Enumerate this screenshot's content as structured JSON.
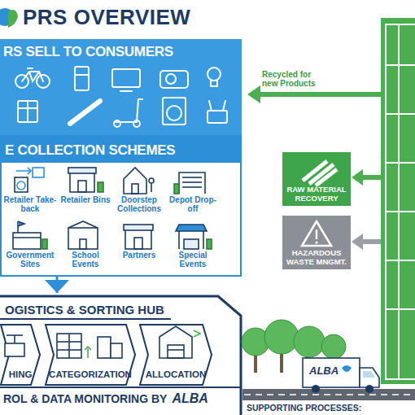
{
  "diagram": {
    "title": "PRS OVERVIEW",
    "nodes": [
      {
        "text": [
          "RS SELL TO CONSUMERS"
        ]
      },
      {
        "text": [
          "E COLLECTION SCHEMES"
        ]
      },
      {
        "text": [
          "Retailer Take-back"
        ],
        "in": 1
      },
      {
        "text": [
          "Retailer Bins"
        ],
        "in": 1
      },
      {
        "text": [
          "Doorstep Collections"
        ],
        "in": 1
      },
      {
        "text": [
          "Depot Drop-off"
        ],
        "in": 1
      },
      {
        "text": [
          "Government Sites"
        ],
        "in": 1
      },
      {
        "text": [
          "School Events"
        ],
        "in": 1
      },
      {
        "text": [
          "Partners"
        ],
        "in": 1
      },
      {
        "text": [
          "Special Events"
        ],
        "in": 1
      },
      {
        "text": [
          "RAW MATERIAL RECOVERY"
        ]
      },
      {
        "text": [
          "HAZARDOUS WASTE MNGMT."
        ]
      },
      {
        "text": [
          "OGISTICS & SORTING HUB",
          "ROL & DATA MONITORING BY"
        ]
      },
      {
        "text": [
          "HING"
        ],
        "in": 12
      },
      {
        "text": [
          "CATEGORIZATION"
        ],
        "in": 12
      },
      {
        "text": [
          "ALLOCATION"
        ],
        "in": 12
      }
    ],
    "edges": [
      {
        "from": 1,
        "to": 12,
        "arrow": "to"
      }
    ],
    "labels": [
      "Recycled for new Products",
      "ALBA",
      "ALBA",
      "SUPPORTING PROCESSES:"
    ]
  }
}
